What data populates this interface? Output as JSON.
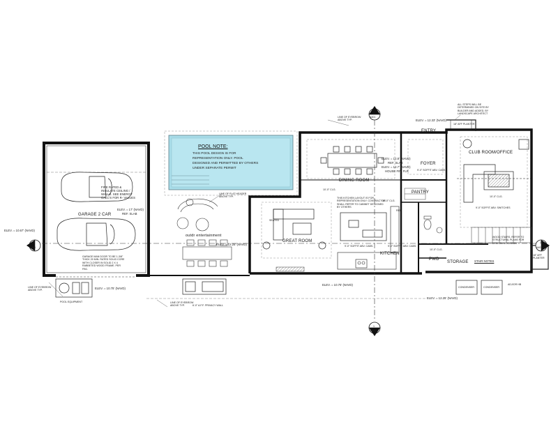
{
  "rooms": {
    "garage": "GARAGE 2 CAR",
    "dining": "DINING ROOM",
    "great": "GREAT ROOM",
    "kitchen": "KITCHEN",
    "foyer": "FOYER",
    "entry": "ENTRY",
    "pantry": "PANTRY",
    "club": "CLUB ROOM/OFFICE",
    "storage": "STORAGE",
    "pwd": "PWD",
    "outdoor": "outdr entertainment"
  },
  "pool_note": {
    "title": "POOL NOTE:",
    "lines": [
      "THIS POOL DESIGN IS FOR",
      "REPRESENTATION ONLY. POOL",
      "DESIGNED AND PERMITTED BY OTHERS",
      "UNDER SEPARATE PERMIT"
    ]
  },
  "notes": {
    "fire_rated": "FIRE RATED & INSULATE CEILING / WALLS. SEE ENERGY CALC'S FOR R- VALUES",
    "garage_elev": "ELEV. = 17' (NAVD)",
    "ref_slab": "REF. SLAB",
    "garage_door": "GARAGE MAN DOOR TO BE 1-3/8\" THICK 20 MIN. RATED SOLID CORE WITH CLOSER IN SOLID 2 X 4 RABBETED WOOD FRAME. PER FBC.",
    "elev_left": "ELEV. = 10.67' (NAVD)",
    "elev_garage_bottom": "ELEV. = 10.75' (NAVD)",
    "eyebrow_left": "LINE OF EYEBROW ABOVE TYP.",
    "eyebrow_bottom": "LINE OF EYEBROW ABOVE TYP.",
    "eyebrow_top": "LINE OF EYEBROW ABOVE TYP.",
    "pool_equipment": "POOL EQUIPMENT",
    "privacy_wall": "6'-0\" A.F.F. PRIVACY WALL",
    "flat_header": "LINE OF FLAT HEADER ABOVE TYP.",
    "elev_outdoor": "ELEV. = 12.25' (NAVD)",
    "elev_dining": "ELEV. = 12.8' (NAVD)",
    "slab": "REF. SLAB",
    "elev_dining2": "ELEV. = 12.7' (NAVD)",
    "house_fin": "HOUSE FIN. FLR",
    "elev_entry": "ELEV. = 12.33' (NAVD)",
    "stairs_note": "ALL STEPS WILL BE DETERMINED ON SITE BY BUILDER AND ADDED, BY LANDSCAPE ARCHITECT",
    "planter_top": "18\" AFF PLANTER",
    "planter_right": "18\" AFF PLANTER",
    "kitchen_layout": "THIS KITCHEN LAYOUT IS FOR REPRESENTATION ONLY. CONTRACTOR SHALL REFER TO CABINET DESIGNED BY OTHERS",
    "soffit_kitchen": "9'-0\" SOFFIT ABV. CABS.",
    "soffit_kitchen2": "9'-0\" SOFFIT ABV. CABS.",
    "soffit_foyer": "9'-0\" SOFFIT ABV. CABS.",
    "soffit_club": "9'-0\" SOFFIT ABV. SWITCHES",
    "clg_dining": "10'-0\" CLG.",
    "clg_pantry": "10'-0\" CLG.",
    "clg_storage": "10'-0\" CLG.",
    "wood_stairs": "WOOD STAIRS, REFER TO STRUCTURAL PLANS FOR DESIGN / LOCATION",
    "stair_notes": "STAIR NOTES",
    "elev_bottom": "ELEV. = 10.75' (NAVD)",
    "elev_bottom_right": "ELEV. = 12.25' (NAVD)",
    "condenser1": "CONDENSER",
    "condenser2": "CONDENSER",
    "adj_hb": "ADJ/OR HB",
    "tall_wall": "10'-0\" CLG.",
    "seated": "SEATED",
    "refrig": "REF."
  },
  "markers": {
    "top": {
      "num": "1",
      "ref": "A401"
    },
    "bottom": {
      "num": "1",
      "ref": "A401"
    },
    "left": {
      "num": "2",
      "ref": "A401"
    },
    "right": {
      "num": "2",
      "ref": "A401"
    }
  }
}
